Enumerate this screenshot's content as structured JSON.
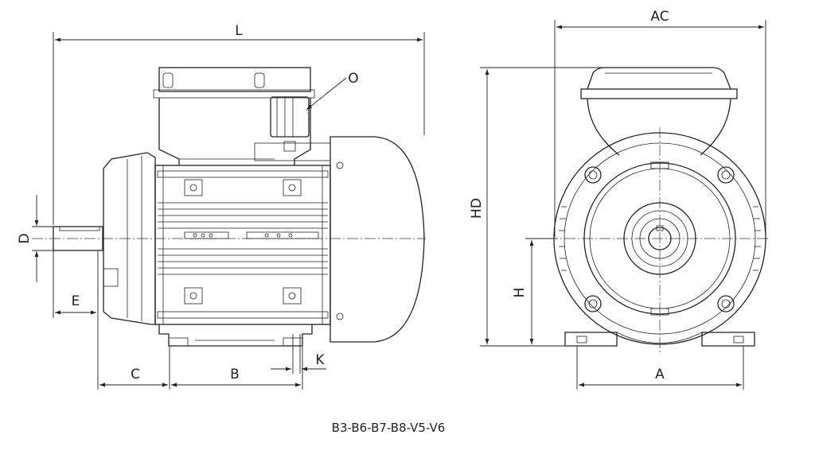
{
  "labels": {
    "L": "L",
    "AC": "AC",
    "O": "O",
    "D": "D",
    "E": "E",
    "C": "C",
    "B": "B",
    "K": "K",
    "HD": "HD",
    "H": "H",
    "A": "A"
  },
  "caption": "B3-B6-B7-B8-V5-V6"
}
